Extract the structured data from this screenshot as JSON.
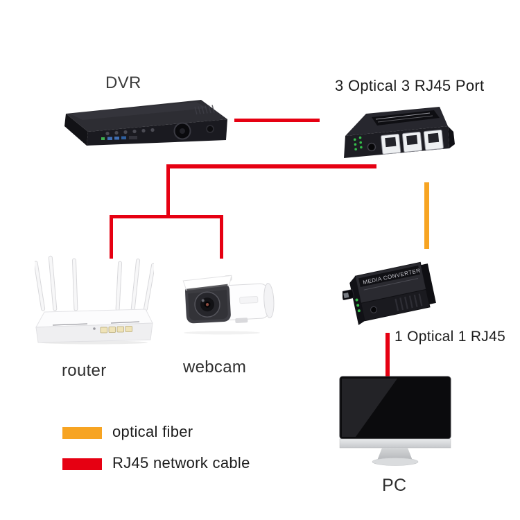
{
  "page": {
    "background": "#ffffff"
  },
  "colors": {
    "fiber": "#f7a422",
    "rj45": "#e60012"
  },
  "devices": {
    "dvr": {
      "label": "DVR"
    },
    "converter3": {
      "label": "3 Optical 3 RJ45 Port"
    },
    "router": {
      "label": "router"
    },
    "webcam": {
      "label": "webcam"
    },
    "converter1": {
      "label": "1 Optical 1 RJ45",
      "device_text": "MEDIA CONVERTER"
    },
    "pc": {
      "label": "PC"
    }
  },
  "legend": {
    "items": [
      {
        "label": "optical fiber",
        "color": "#f7a422",
        "cable_type": "fiber"
      },
      {
        "label": "RJ45 network cable",
        "color": "#e60012",
        "cable_type": "rj45"
      }
    ]
  },
  "connections": [
    {
      "from": "DVR",
      "to": "3 Optical 3 RJ45 Port",
      "cable": "RJ45 network cable"
    },
    {
      "from": "3 Optical 3 RJ45 Port",
      "to": "router",
      "cable": "RJ45 network cable"
    },
    {
      "from": "3 Optical 3 RJ45 Port",
      "to": "webcam",
      "cable": "RJ45 network cable"
    },
    {
      "from": "3 Optical 3 RJ45 Port",
      "to": "1 Optical 1 RJ45",
      "cable": "optical fiber"
    },
    {
      "from": "1 Optical 1 RJ45",
      "to": "PC",
      "cable": "RJ45 network cable"
    }
  ]
}
